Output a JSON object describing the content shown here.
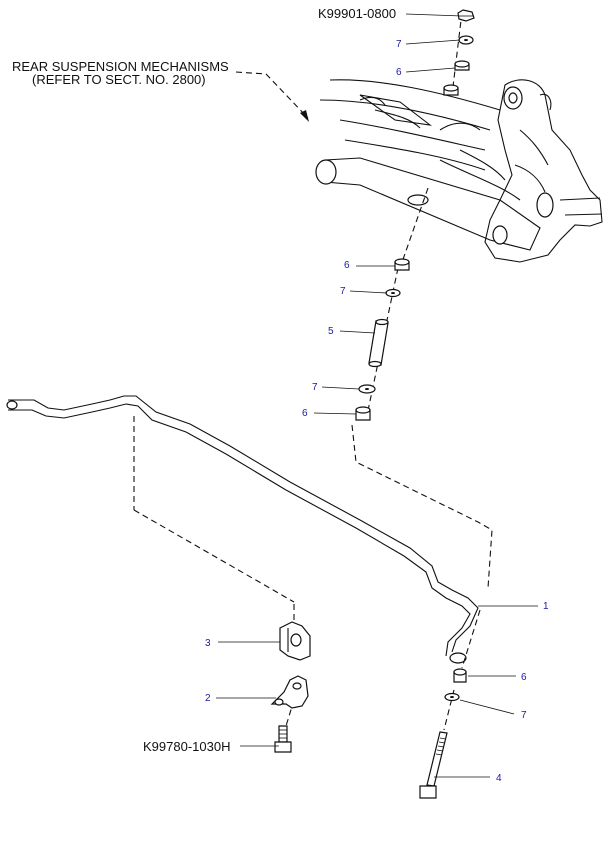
{
  "colors": {
    "ink": "#111111",
    "callout_number": "#1a1aa8",
    "background": "#ffffff"
  },
  "header_note": {
    "line1": "REAR SUSPENSION MECHANISMS",
    "line2": "(REFER TO SECT. NO. 2800)"
  },
  "part_numbers": {
    "top_nut": "K99901-0800",
    "bottom_bolt": "K99780-1030H"
  },
  "callouts": {
    "c7_top": "7",
    "c6_top": "6",
    "c6_mid": "6",
    "c7_mid": "7",
    "c5": "5",
    "c7_low": "7",
    "c6_low": "6",
    "c1": "1",
    "c3": "3",
    "c6_bar": "6",
    "c2": "2",
    "c7_bar": "7",
    "c4": "4"
  }
}
